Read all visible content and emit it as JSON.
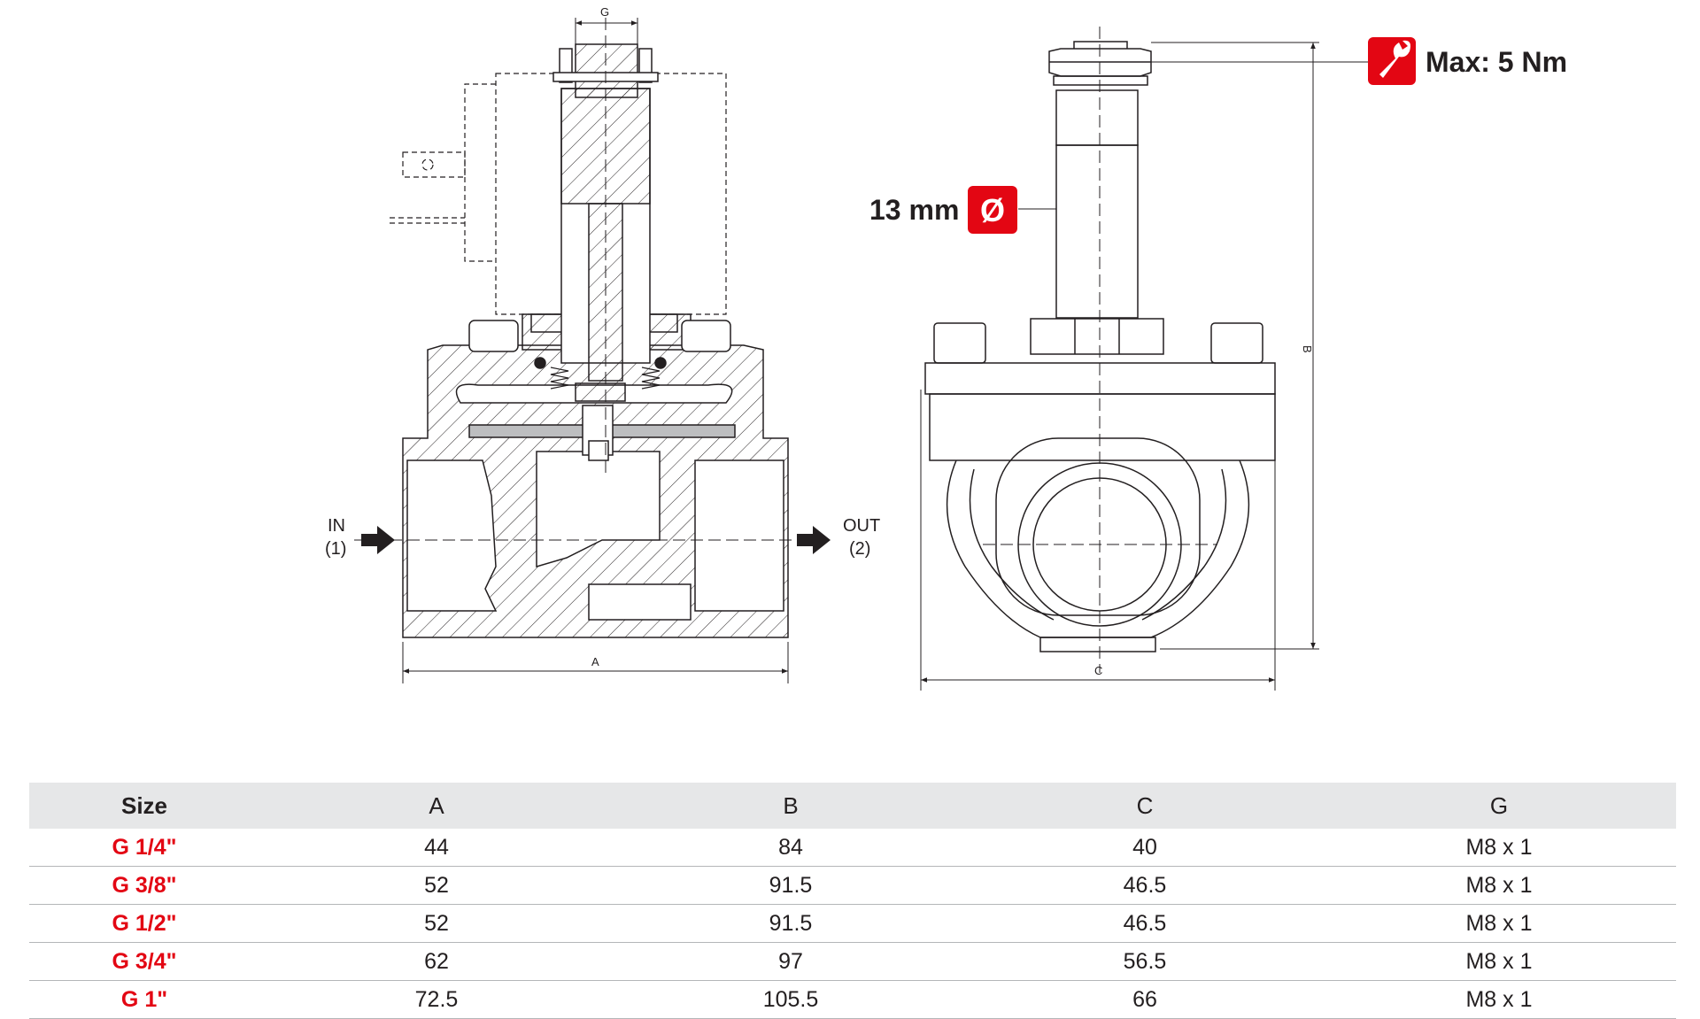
{
  "drawing": {
    "dimension_labels": {
      "g": "G",
      "a": "A",
      "b": "B",
      "c": "C"
    },
    "inlet": {
      "label": "IN",
      "port": "(1)"
    },
    "outlet": {
      "label": "OUT",
      "port": "(2)"
    },
    "torque": {
      "text": "Max: 5 Nm",
      "icon": "wrench-icon"
    },
    "stem_diameter": {
      "text": "13 mm",
      "symbol": "Ø"
    },
    "accent_color": "#e30613"
  },
  "table": {
    "headers": [
      "Size",
      "A",
      "B",
      "C",
      "G"
    ],
    "rows": [
      [
        "G 1/4\"",
        "44",
        "84",
        "40",
        "M8 x 1"
      ],
      [
        "G 3/8\"",
        "52",
        "91.5",
        "46.5",
        "M8 x 1"
      ],
      [
        "G 1/2\"",
        "52",
        "91.5",
        "46.5",
        "M8 x 1"
      ],
      [
        "G 3/4\"",
        "62",
        "97",
        "56.5",
        "M8 x 1"
      ],
      [
        "G 1\"",
        "72.5",
        "105.5",
        "66",
        "M8 x 1"
      ]
    ]
  }
}
